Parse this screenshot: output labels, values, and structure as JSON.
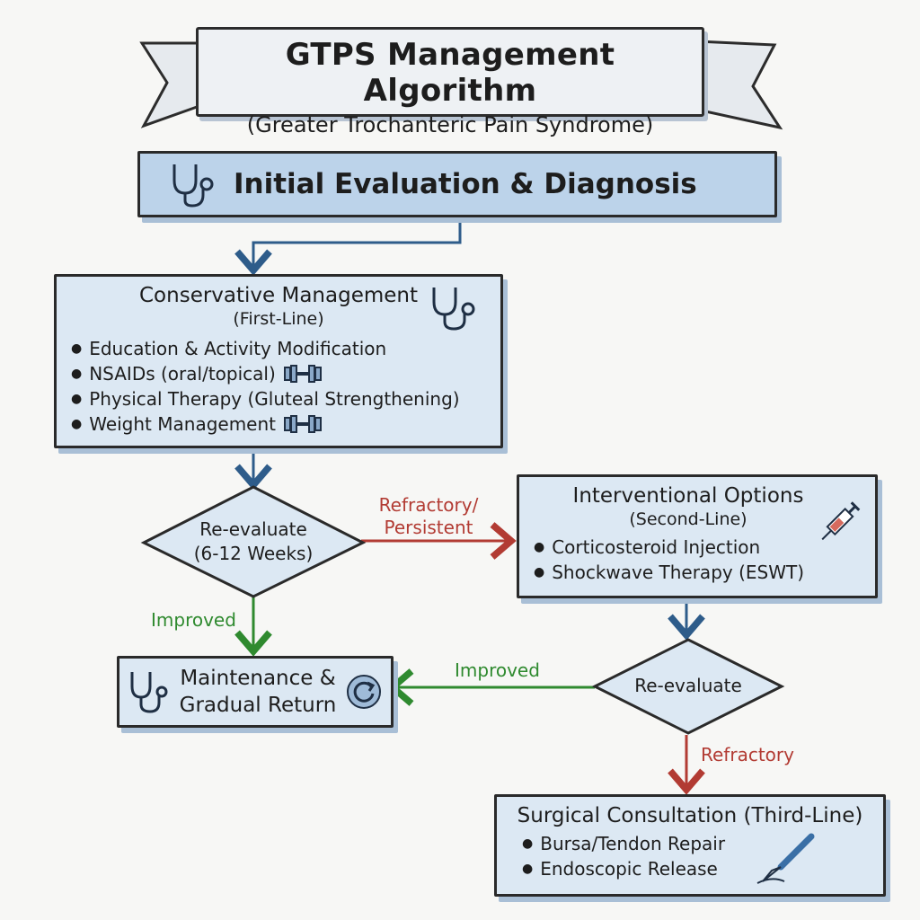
{
  "title": {
    "main": "GTPS Management Algorithm",
    "sub": "(Greater Trochanteric Pain Syndrome)"
  },
  "nodes": {
    "initial": {
      "label": "Initial Evaluation & Diagnosis",
      "icon": "stethoscope-icon"
    },
    "conservative": {
      "title": "Conservative Management",
      "subtitle": "(First-Line)",
      "items": [
        {
          "text": "Education & Activity Modification",
          "icon": ""
        },
        {
          "text": "NSAIDs (oral/topical)",
          "icon": "dumbbell-icon"
        },
        {
          "text": "Physical Therapy (Gluteal Strengthening)",
          "icon": ""
        },
        {
          "text": "Weight Management",
          "icon": "dumbbell-icon"
        }
      ],
      "icon": "stethoscope-icon"
    },
    "reevaluate_1": {
      "line1": "Re-evaluate",
      "line2": "(6-12 Weeks)"
    },
    "interventional": {
      "title": "Interventional Options",
      "subtitle": "(Second-Line)",
      "items": [
        {
          "text": "Corticosteroid Injection"
        },
        {
          "text": "Shockwave Therapy (ESWT)"
        }
      ],
      "icon": "syringe-icon"
    },
    "maintenance": {
      "line1": "Maintenance &",
      "line2": "Gradual Return",
      "icons": [
        "stethoscope-icon",
        "refresh-icon"
      ]
    },
    "reevaluate_2": {
      "label": "Re-evaluate"
    },
    "surgical": {
      "title": "Surgical Consultation (Third-Line)",
      "items": [
        {
          "text": "Bursa/Tendon Repair"
        },
        {
          "text": "Endoscopic Release"
        }
      ],
      "icon": "scalpel-icon"
    }
  },
  "edges": {
    "refractory_persistent": {
      "line1": "Refractory/",
      "line2": "Persistent"
    },
    "improved_1": "Improved",
    "improved_2": "Improved",
    "refractory": "Refractory"
  },
  "colors": {
    "box_fill": "#dce8f3",
    "header_fill": "#bcd3ea",
    "arrow_blue": "#2e5c8a",
    "arrow_green": "#2f8a2f",
    "arrow_red": "#b23b33"
  }
}
